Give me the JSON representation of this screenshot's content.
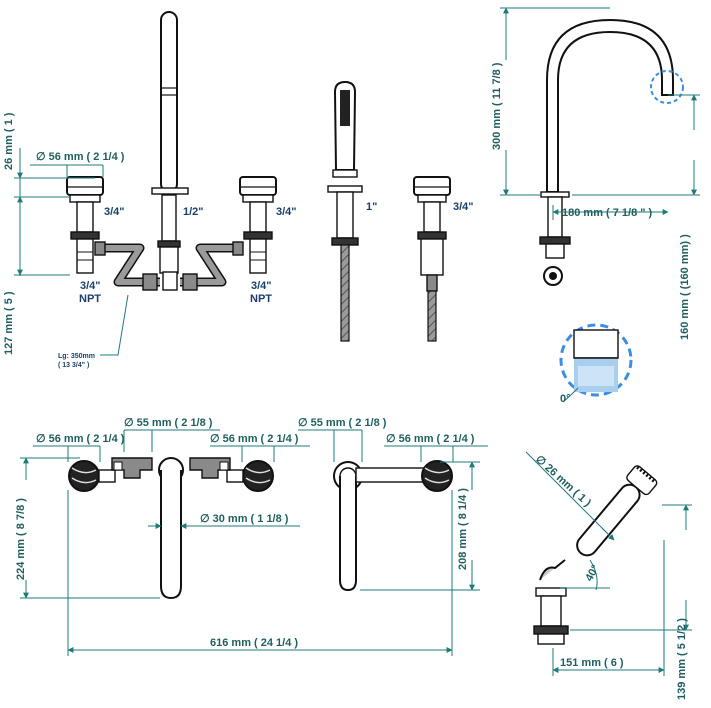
{
  "colors": {
    "dimension": "#1f7a7a",
    "label": "#1a3f6a",
    "accent": "#3b8ee0"
  },
  "top_left": {
    "dim_26": "26 mm ( 1 )",
    "dim_127": "127 mm ( 5 )",
    "dim_56": "∅ 56 mm ( 2 1/4 )",
    "conn_left": "3/4\"",
    "conn_center": "1/2\"",
    "conn_right": "3/4\"",
    "npt_left_1": "3/4\"",
    "npt_left_2": "NPT",
    "npt_right_1": "3/4\"",
    "npt_right_2": "NPT",
    "hose_len_1": "Lg: 350mm",
    "hose_len_2": "( 13 3/4\" )"
  },
  "top_middle": {
    "conn_1": "1\"",
    "conn_34": "3/4\""
  },
  "top_right": {
    "dim_300": "300 mm ( 11 7/8 )",
    "dim_180": "180 mm ( 7 1/8 \" )",
    "dim_160": "160 mm ( (160 mm) )",
    "angle_0": "0°"
  },
  "bottom_left": {
    "dim_55": "∅ 55 mm ( 2 1/8 )",
    "dim_56_left": "∅ 56 mm ( 2 1/4 )",
    "dim_56_right": "∅ 56 mm ( 2 1/4 )",
    "dim_30": "∅ 30 mm ( 1 1/8 )",
    "dim_224": "224 mm ( 8 7/8 )",
    "dim_616": "616 mm ( 24 1/4 )"
  },
  "bottom_middle": {
    "dim_55": "∅ 55 mm ( 2 1/8 )",
    "dim_56": "∅ 56 mm ( 2 1/4 )",
    "dim_208": "208 mm ( 8 1/4 )"
  },
  "bottom_right": {
    "dim_26": "∅ 26 mm ( 1 )",
    "angle_40": "40°",
    "dim_151": "151 mm ( 6 )",
    "dim_139": "139 mm ( 5 1/2 )"
  }
}
